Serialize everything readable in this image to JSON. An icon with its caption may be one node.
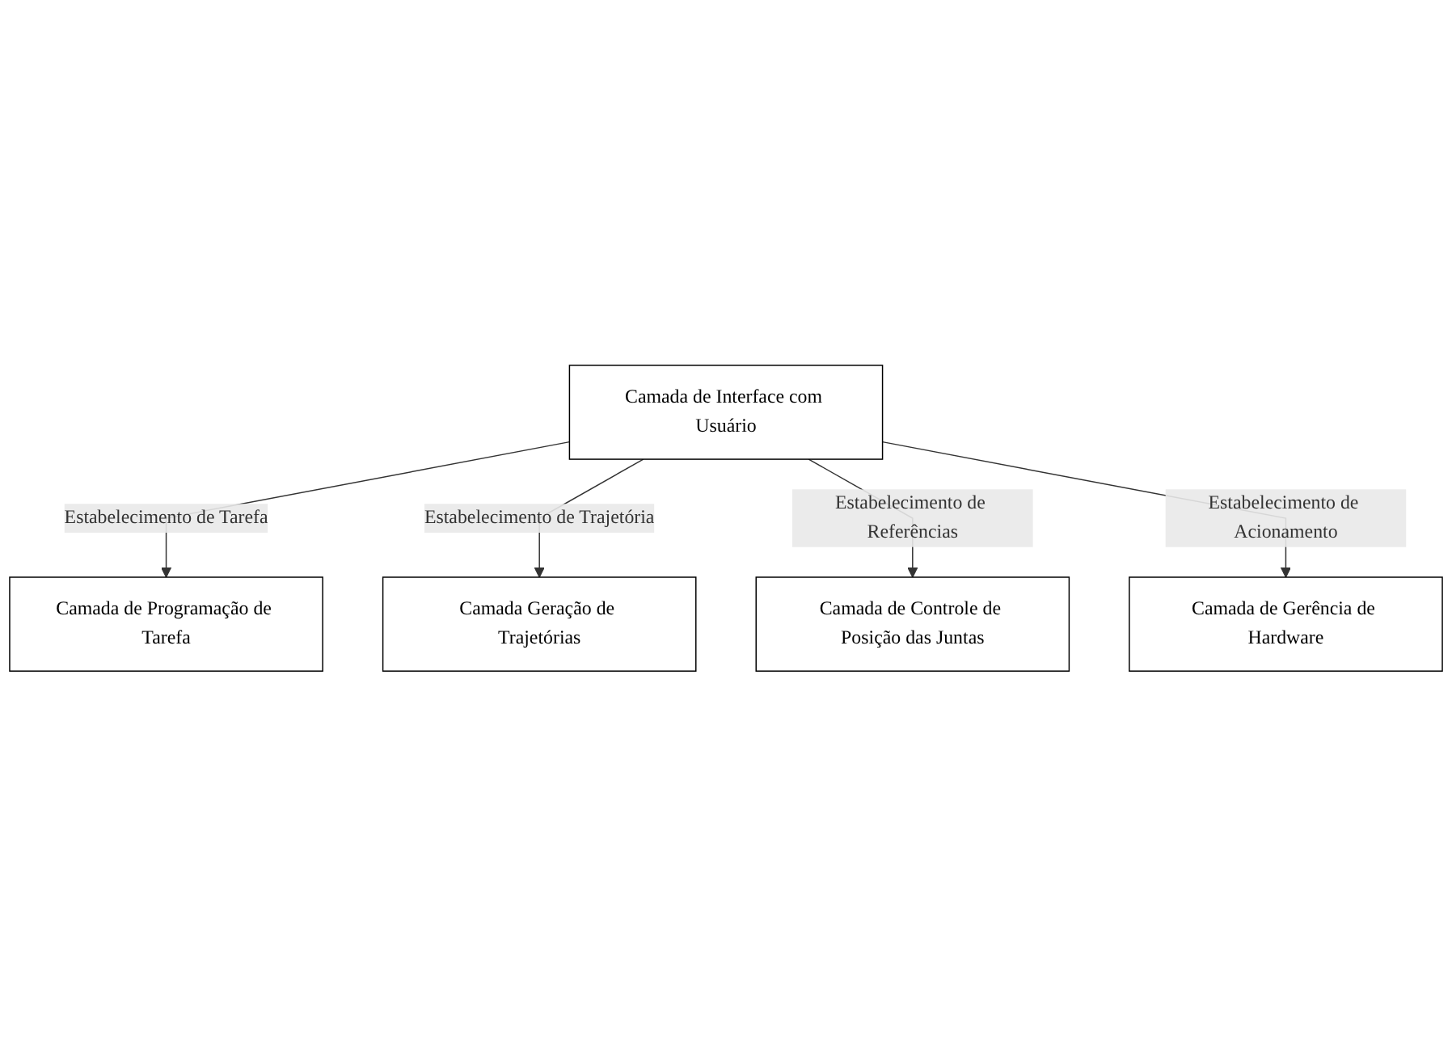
{
  "diagram": {
    "nodes": [
      {
        "text": [
          "Camada de Interface com Usuário"
        ]
      },
      {
        "text": [
          "Camada de Programação de Tarefa"
        ]
      },
      {
        "text": [
          "Camada Geração de Trajetórias"
        ]
      },
      {
        "text": [
          "Camada de Controle de Posição das Juntas"
        ]
      },
      {
        "text": [
          "Camada de Gerência de Hardware"
        ]
      }
    ],
    "edges": [
      {
        "from": 0,
        "to": 1,
        "arrow": "to",
        "label": "Estabelecimento de Tarefa"
      },
      {
        "from": 0,
        "to": 2,
        "arrow": "to",
        "label": "Estabelecimento de Trajetória"
      },
      {
        "from": 0,
        "to": 3,
        "arrow": "to",
        "label": "Estabelecimento de Referências"
      },
      {
        "from": 0,
        "to": 4,
        "arrow": "to",
        "label": "Estabelecimento de Acionamento"
      }
    ]
  }
}
